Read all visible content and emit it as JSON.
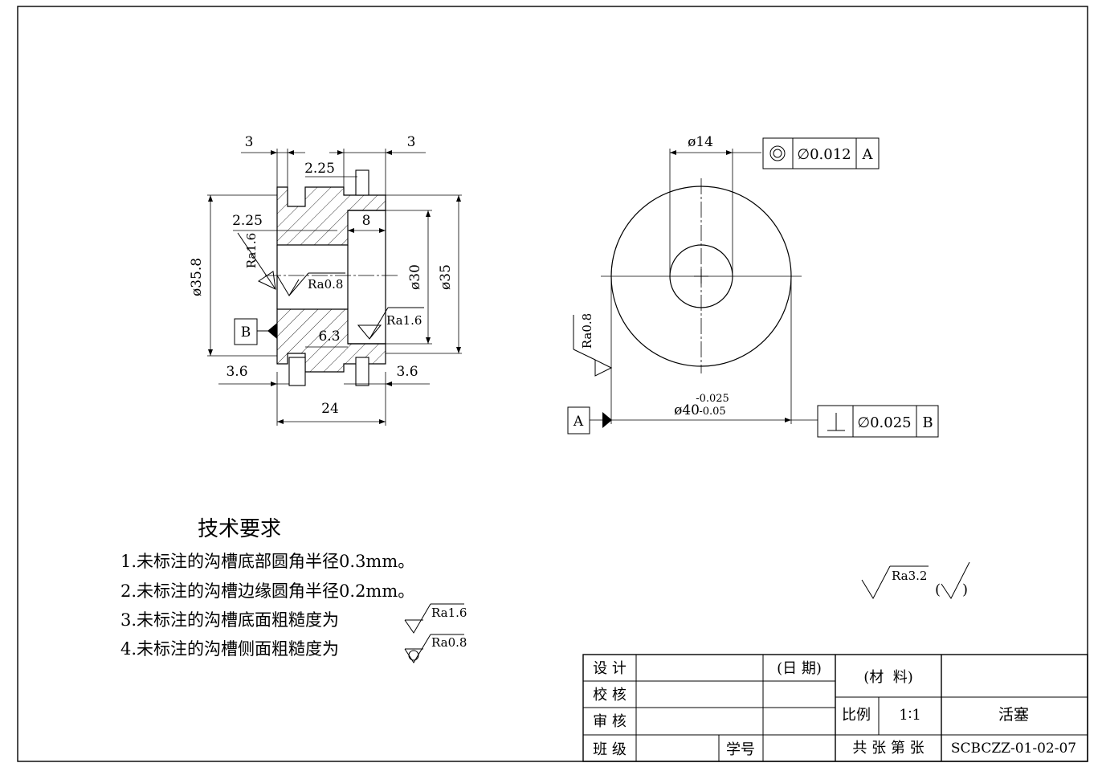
{
  "left_view": {
    "dim_top_left": "3",
    "dim_top_right": "3",
    "dim_groove_top": "2.25",
    "dim_groove_mid": "2.25",
    "dim_bore_depth": "8",
    "dim_od_left": "ø35.8",
    "dim_bore": "ø30",
    "dim_od_right": "ø35",
    "dim_bottom_left": "3.6",
    "dim_bottom_right": "3.6",
    "dim_length": "24",
    "dim_inner": "6.3",
    "ra_left": "Ra1.6",
    "ra_center": "Ra0.8",
    "ra_right": "Ra1.6",
    "datum_b": "B"
  },
  "right_view": {
    "dim_hole": "ø14",
    "coax_tol": "∅0.012",
    "coax_datum": "A",
    "dim_od_base": "ø40",
    "dim_od_upper": "-0.025",
    "dim_od_lower": "-0.05",
    "perp_tol": "∅0.025",
    "perp_datum": "B",
    "datum_a": "A",
    "ra_side": "Ra0.8"
  },
  "general_ra": "Ra3.2",
  "tech": {
    "title": "技术要求",
    "items": [
      "1.未标注的沟槽底部圆角半径0.3mm。",
      "2.未标注的沟槽边缘圆角半径0.2mm。",
      "3.未标注的沟槽底面粗糙度为",
      "4.未标注的沟槽侧面粗糙度为"
    ],
    "ra3": "Ra1.6",
    "ra4": "Ra0.8"
  },
  "title_block": {
    "design": "设 计",
    "check": "校 核",
    "review": "审 核",
    "class": "班 级",
    "student_no": "学号",
    "date": "(日 期)",
    "material": "(材  料)",
    "scale_label": "比例",
    "scale_value": "1∶1",
    "part_name": "活塞",
    "sheets": "共 张 第 张",
    "drawing_no": "SCBCZZ-01-02-07"
  }
}
